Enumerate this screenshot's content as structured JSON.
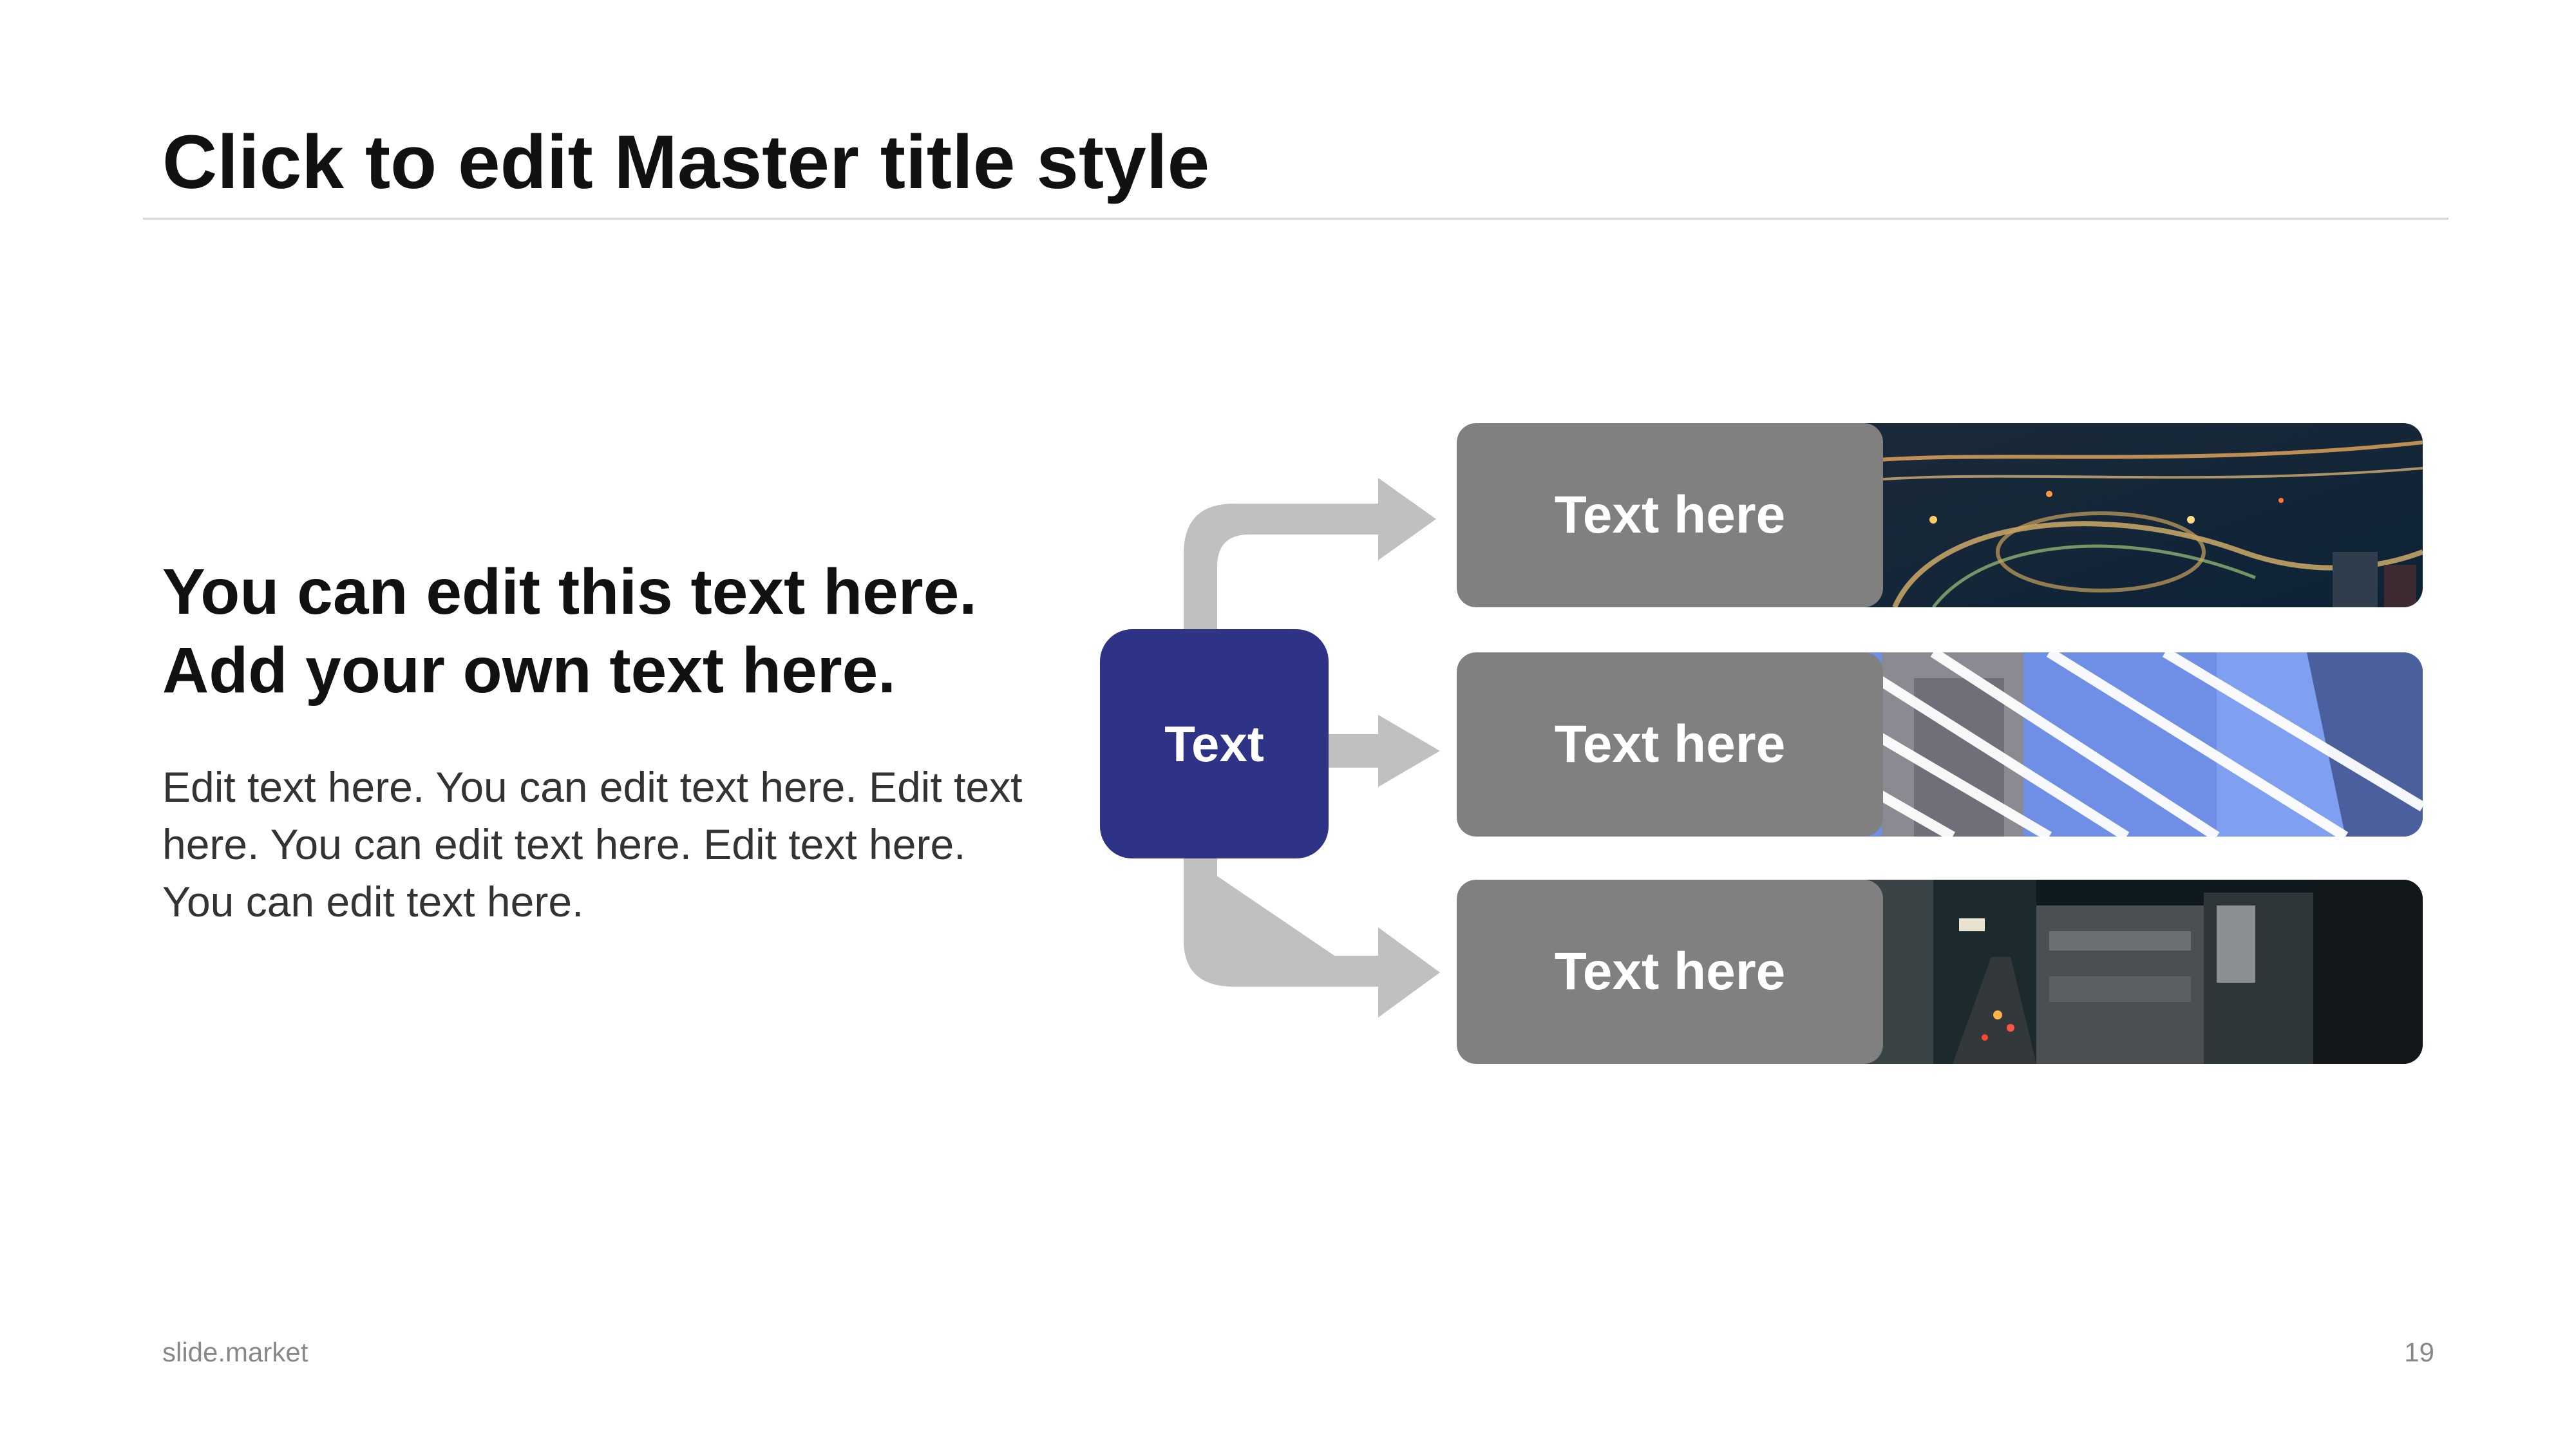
{
  "slide": {
    "title": "Click to edit Master title style",
    "heading_line1": "You can edit this text here.",
    "heading_line2": "Add your own text here.",
    "body": "Edit text here. You can edit text here. Edit text here. You can edit text here. Edit text here. You can edit text  here."
  },
  "diagram": {
    "center_label": "Text",
    "center_color": "#2e3386",
    "arrow_color": "#c0c0c0",
    "card_label_color": "#808080",
    "cards": [
      {
        "label": "Text here",
        "photo": "night-highway-interchange-photo"
      },
      {
        "label": "Text here",
        "photo": "tower-and-blue-sky-photo"
      },
      {
        "label": "Text here",
        "photo": "city-street-at-night-photo"
      }
    ]
  },
  "footer": {
    "brand": "slide.market",
    "page_number": "19"
  }
}
